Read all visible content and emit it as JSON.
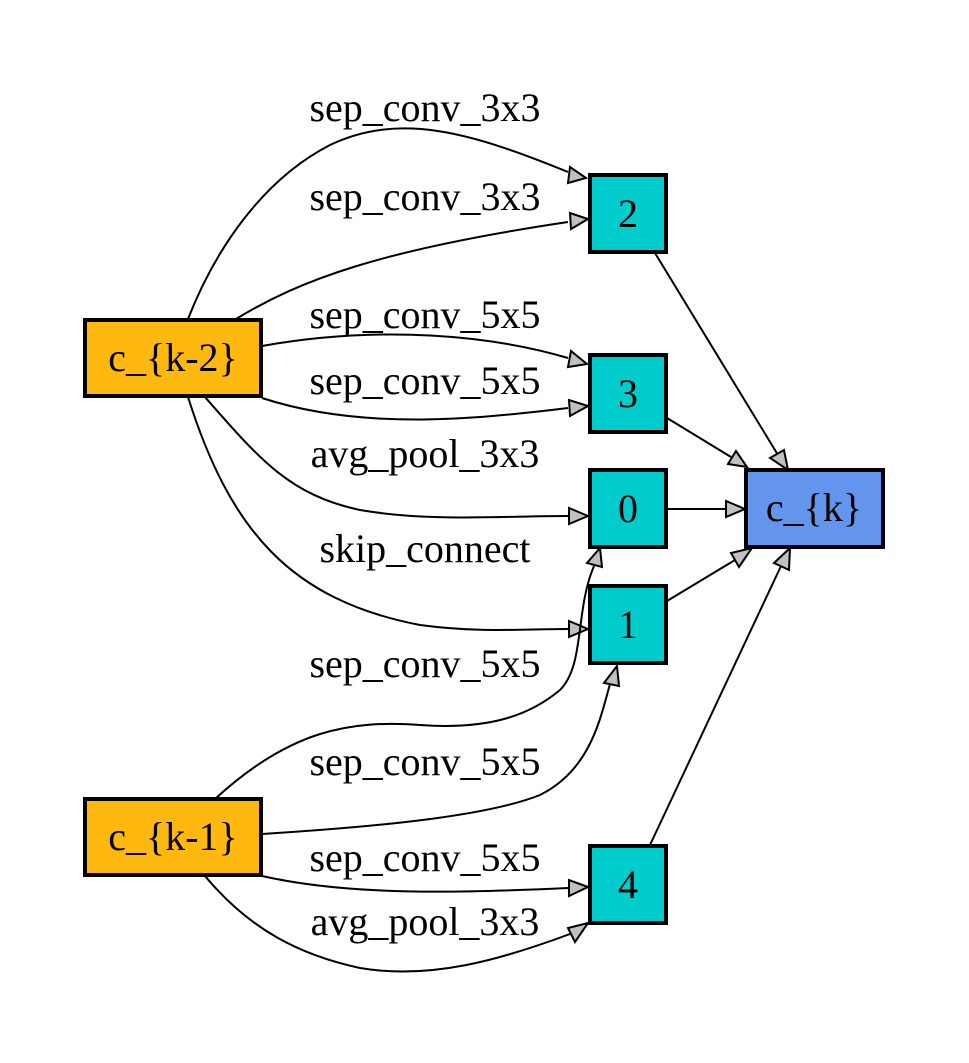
{
  "nodes": {
    "ck2": {
      "label": "c_{k-2}",
      "color": "#ffb80f"
    },
    "ck1": {
      "label": "c_{k-1}",
      "color": "#ffb80f"
    },
    "n0": {
      "label": "0",
      "color": "#00cccc"
    },
    "n1": {
      "label": "1",
      "color": "#00cccc"
    },
    "n2": {
      "label": "2",
      "color": "#00cccc"
    },
    "n3": {
      "label": "3",
      "color": "#00cccc"
    },
    "n4": {
      "label": "4",
      "color": "#00cccc"
    },
    "ck": {
      "label": "c_{k}",
      "color": "#6495ed"
    }
  },
  "edges": {
    "e1": {
      "from": "c_{k-2}",
      "to": "2",
      "label": "sep_conv_3x3"
    },
    "e2": {
      "from": "c_{k-2}",
      "to": "2",
      "label": "sep_conv_3x3"
    },
    "e3": {
      "from": "c_{k-2}",
      "to": "3",
      "label": "sep_conv_5x5"
    },
    "e4": {
      "from": "c_{k-2}",
      "to": "3",
      "label": "sep_conv_5x5"
    },
    "e5": {
      "from": "c_{k-2}",
      "to": "0",
      "label": "avg_pool_3x3"
    },
    "e6": {
      "from": "c_{k-2}",
      "to": "1",
      "label": "skip_connect"
    },
    "e7": {
      "from": "c_{k-1}",
      "to": "0",
      "label": "sep_conv_5x5"
    },
    "e8": {
      "from": "c_{k-1}",
      "to": "1",
      "label": "sep_conv_5x5"
    },
    "e9": {
      "from": "c_{k-1}",
      "to": "4",
      "label": "sep_conv_5x5"
    },
    "e10": {
      "from": "c_{k-1}",
      "to": "4",
      "label": "avg_pool_3x3"
    },
    "e11": {
      "from": "2",
      "to": "c_{k}",
      "label": ""
    },
    "e12": {
      "from": "3",
      "to": "c_{k}",
      "label": ""
    },
    "e13": {
      "from": "0",
      "to": "c_{k}",
      "label": ""
    },
    "e14": {
      "from": "1",
      "to": "c_{k}",
      "label": ""
    },
    "e15": {
      "from": "4",
      "to": "c_{k}",
      "label": ""
    }
  }
}
